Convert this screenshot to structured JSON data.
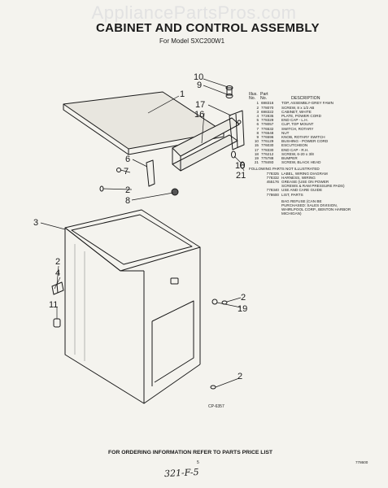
{
  "watermark": "AppliancePartsPros.com",
  "title": "CABINET AND CONTROL ASSEMBLY",
  "subtitle": "For Model SXC200W1",
  "table_header": {
    "illus": "Illus.",
    "part": "Part",
    "no1": "No.",
    "no2": "No.",
    "desc": "DESCRIPTION"
  },
  "parts": [
    {
      "no": "1",
      "part": "698316",
      "desc": "TOP, ASSEMBLY-GREY FAWN"
    },
    {
      "no": "2",
      "part": "778070",
      "desc": "SCREW, 8 x 1/2 AB"
    },
    {
      "no": "3",
      "part": "698322",
      "desc": "CABINET, WHITE"
    },
    {
      "no": "4",
      "part": "772835",
      "desc": "PLATE, POWER CORD"
    },
    {
      "no": "5",
      "part": "778329",
      "desc": "END CAP - L.H."
    },
    {
      "no": "6",
      "part": "778057",
      "desc": "CLIP, TOP MOUNT"
    },
    {
      "no": "7",
      "part": "776532",
      "desc": "SWITCH, ROTARY"
    },
    {
      "no": "8",
      "part": "776548",
      "desc": "NUT"
    },
    {
      "no": "9",
      "part": "776596",
      "desc": "KNOB, ROTARY SWITCH"
    },
    {
      "no": "10",
      "part": "776129",
      "desc": "BUSHING - POWER CORD"
    },
    {
      "no": "15",
      "part": "776030",
      "desc": "ESCUTCHEON"
    },
    {
      "no": "17",
      "part": "778330",
      "desc": "END CAP - R.H."
    },
    {
      "no": "18",
      "part": "776212",
      "desc": "SCREW, 6-20 x 3/8"
    },
    {
      "no": "19",
      "part": "775788",
      "desc": "BUMPER"
    },
    {
      "no": "21",
      "part": "778493",
      "desc": "SCREW, BLACK HEAD"
    }
  ],
  "not_illustrated_heading": "FOLLOWING PARTS NOT ILLUSTRATED",
  "not_illustrated": [
    {
      "part": "778325",
      "desc": "LABEL, WIRING DIAGRAM"
    },
    {
      "part": "778332",
      "desc": "HARNESS, WIRING"
    },
    {
      "part": "455176",
      "desc": "GREASE (USE ON POWER"
    },
    {
      "part": "",
      "desc": "SCREWS & RAM PRESSURE PADS)"
    },
    {
      "part": "778340",
      "desc": "USE AND CARE GUIDE"
    },
    {
      "part": "778600",
      "desc": "LIST, PARTS"
    }
  ],
  "bag_note": [
    "BAG REFUSE (CAN BE",
    "PURCHASED: SALES DIVISION,",
    "WHIRLPOOL CORP., BENTON HARBOR",
    "MICHIGAN)"
  ],
  "callouts": {
    "c10": "10",
    "c9": "9",
    "c1": "1",
    "c17": "17",
    "c16": "16",
    "c6": "6",
    "c7": "7",
    "c2a": "2",
    "c8": "8",
    "c18": "18",
    "c21": "21",
    "c3": "3",
    "c2b": "2",
    "c4": "4",
    "c11": "11",
    "c2c": "2",
    "c19": "19",
    "c2d": "2"
  },
  "figure_code": "CP-6357",
  "footer": "FOR ORDERING INFORMATION REFER TO PARTS PRICE LIST",
  "page_number": "5",
  "doc_code": "778600",
  "handwritten_note": "321-F-5"
}
